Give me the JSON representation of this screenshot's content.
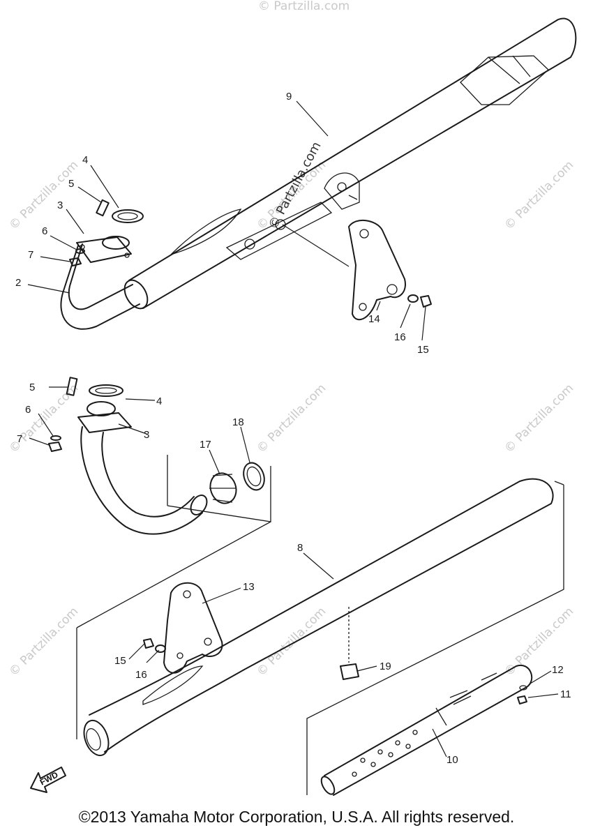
{
  "callouts": {
    "p2": "2",
    "p3a": "3",
    "p4a": "4",
    "p5a": "5",
    "p6a": "6",
    "p7a": "7",
    "p9": "9",
    "p14": "14",
    "p15a": "15",
    "p16a": "16",
    "p3b": "3",
    "p4b": "4",
    "p5b": "5",
    "p6b": "6",
    "p7b": "7",
    "p17": "17",
    "p18": "18",
    "p8": "8",
    "p13": "13",
    "p15b": "15",
    "p16b": "16",
    "p19": "19",
    "p10": "10",
    "p11": "11",
    "p12": "12"
  },
  "arrow_label": "FWD",
  "watermark": "© Partzilla.com",
  "footer": "©2013  Yamaha Motor Corporation, U.S.A. All rights reserved."
}
